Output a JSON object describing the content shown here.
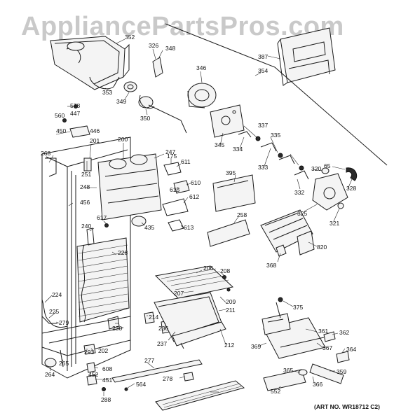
{
  "watermark": "AppliancePartsPros.com",
  "art_number": "(ART NO. WR18712 C2)",
  "parts": [
    "352",
    "326",
    "348",
    "346",
    "387",
    "354",
    "353",
    "349",
    "350",
    "578",
    "447",
    "560",
    "450",
    "446",
    "268",
    "201",
    "200",
    "247",
    "251",
    "175",
    "611",
    "345",
    "334",
    "337",
    "335",
    "333",
    "395",
    "320",
    "65",
    "328",
    "248",
    "456",
    "610",
    "615",
    "612",
    "332",
    "325",
    "321",
    "617",
    "240",
    "435",
    "613",
    "258",
    "820",
    "228",
    "368",
    "206",
    "208",
    "224",
    "207",
    "209",
    "211",
    "375",
    "225",
    "279",
    "214",
    "236",
    "230",
    "361",
    "362",
    "237",
    "212",
    "369",
    "367",
    "364",
    "293",
    "202",
    "265",
    "264",
    "608",
    "277",
    "365",
    "359",
    "452",
    "451",
    "564",
    "278",
    "366",
    "552",
    "288"
  ]
}
